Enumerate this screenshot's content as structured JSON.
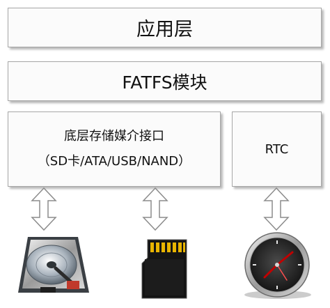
{
  "layers": {
    "app_label": "应用层",
    "fatfs_label": "FATFS模块",
    "storage_line1": "底层存储媒介接口",
    "storage_line2": "（SD卡/ATA/USB/NAND）",
    "rtc_label": "RTC"
  },
  "devices": [
    "hard-disk",
    "sd-card",
    "clock"
  ],
  "colors": {
    "box_border": "#a6a6a6",
    "box_fill": "#fbfbfb",
    "arrow_stroke": "#8c8c8c",
    "clock_hands": "#c00000"
  }
}
